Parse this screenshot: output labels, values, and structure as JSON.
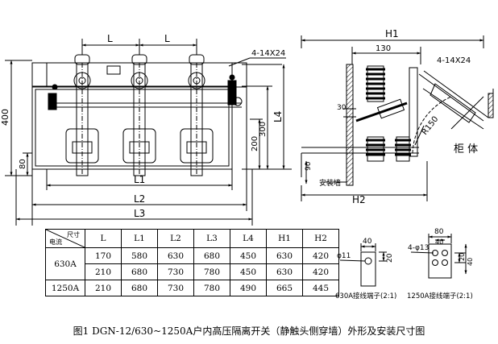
{
  "front_view": {
    "dim_L": "L",
    "dim_L_repeat": "L",
    "dim_holes": "4-14X24",
    "dim_400": "400",
    "dim_80": "80",
    "dim_300": "300",
    "dim_200": "200",
    "dim_L4": "L4",
    "dim_L1": "L1",
    "dim_L2": "L2",
    "dim_L3": "L3"
  },
  "side_view": {
    "dim_H1": "H1",
    "dim_130": "130",
    "dim_holes": "4-14X24",
    "dim_30": "30",
    "dim_R150": "R150",
    "label_cabinet": "柜 体",
    "dim_90": "90",
    "label_mount_wall": "安装墙",
    "dim_H2": "H2"
  },
  "table": {
    "corner_size": "尺寸",
    "corner_current": "电流",
    "columns": [
      "L",
      "L1",
      "L2",
      "L3",
      "L4",
      "H1",
      "H2"
    ],
    "rows": [
      {
        "current": "630A",
        "values": [
          "170",
          "580",
          "630",
          "680",
          "450",
          "630",
          "420"
        ]
      },
      {
        "current": "",
        "values": [
          "210",
          "680",
          "730",
          "780",
          "450",
          "630",
          "420"
        ]
      },
      {
        "current": "1250A",
        "values": [
          "210",
          "680",
          "730",
          "780",
          "490",
          "665",
          "445"
        ]
      }
    ]
  },
  "terminal_630": {
    "dim_40": "40",
    "dim_20": "20",
    "dim_hole": "φ11",
    "caption": "630A接线端子(2:1)"
  },
  "terminal_1250": {
    "dim_80": "80",
    "dim_40": "40",
    "dim_20": "20",
    "dim_40_side": "40",
    "dim_holes": "4-φ13",
    "caption": "1250A接线端子(2:1)"
  },
  "caption": "图1  DGN-12/630~1250A户内高压隔离开关（静触头侧穿墙）外形及安装尺寸图"
}
